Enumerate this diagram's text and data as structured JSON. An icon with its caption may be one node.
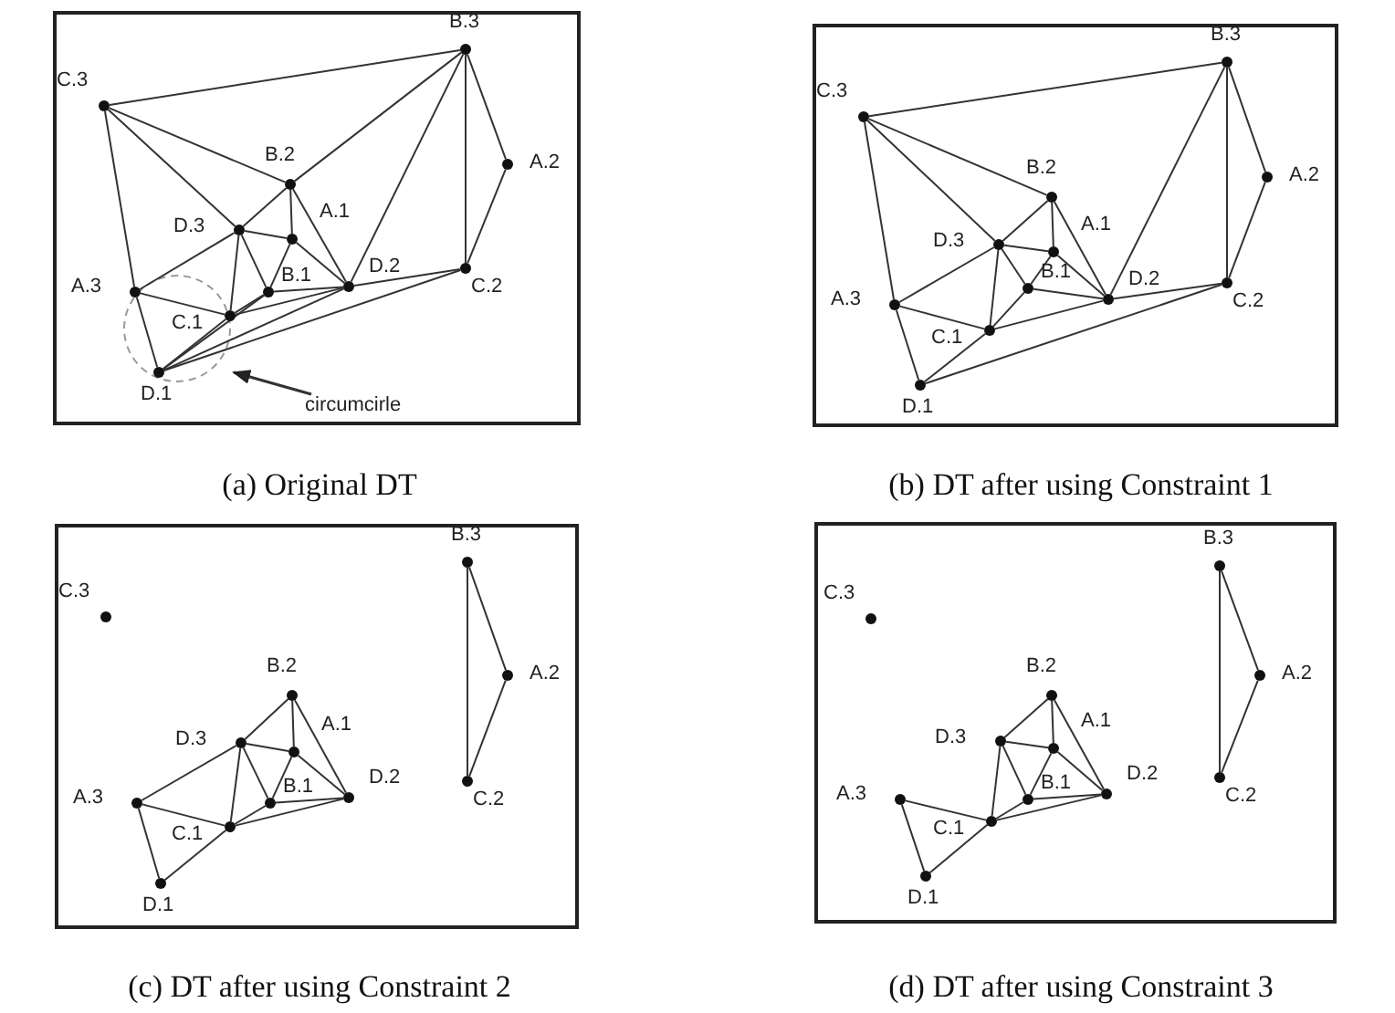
{
  "diagram": {
    "nodes": [
      {
        "text": [],
        "shape": "box"
      },
      {
        "text": [],
        "shape": "circle",
        "beside": [
          "B.3"
        ],
        "in": 0
      },
      {
        "text": [],
        "shape": "circle",
        "beside": [
          "C.3"
        ],
        "in": 0
      },
      {
        "text": [],
        "shape": "circle",
        "beside": [
          "A.2"
        ],
        "in": 0
      },
      {
        "text": [],
        "shape": "circle",
        "beside": [
          "B.2"
        ],
        "in": 0
      },
      {
        "text": [],
        "shape": "circle",
        "beside": [
          "D.3"
        ],
        "in": 0
      },
      {
        "text": [],
        "shape": "circle",
        "beside": [
          "A.1"
        ],
        "in": 0
      },
      {
        "text": [],
        "shape": "circle",
        "beside": [
          "C.2"
        ],
        "in": 0
      },
      {
        "text": [],
        "shape": "circle",
        "beside": [
          "D.2"
        ],
        "in": 0
      },
      {
        "text": [],
        "shape": "circle",
        "beside": [
          "B.1"
        ],
        "in": 0
      },
      {
        "text": [],
        "shape": "circle",
        "beside": [
          "A.3"
        ],
        "in": 0
      },
      {
        "text": [],
        "shape": "circle",
        "beside": [
          "C.1"
        ],
        "in": 0
      },
      {
        "text": [],
        "shape": "circle",
        "beside": [
          "D.1"
        ],
        "in": 0
      },
      {
        "text": [
          "circumcirle"
        ],
        "in": 0
      },
      {
        "text": [],
        "shape": "box"
      },
      {
        "text": [],
        "shape": "circle",
        "beside": [
          "B.3"
        ],
        "in": 14
      },
      {
        "text": [],
        "shape": "circle",
        "beside": [
          "C.3"
        ],
        "in": 14
      },
      {
        "text": [],
        "shape": "circle",
        "beside": [
          "A.2"
        ],
        "in": 14
      },
      {
        "text": [],
        "shape": "circle",
        "beside": [
          "B.2"
        ],
        "in": 14
      },
      {
        "text": [],
        "shape": "circle",
        "beside": [
          "D.3"
        ],
        "in": 14
      },
      {
        "text": [],
        "shape": "circle",
        "beside": [
          "A.1"
        ],
        "in": 14
      },
      {
        "text": [],
        "shape": "circle",
        "beside": [
          "C.2"
        ],
        "in": 14
      },
      {
        "text": [],
        "shape": "circle",
        "beside": [
          "D.2"
        ],
        "in": 14
      },
      {
        "text": [],
        "shape": "circle",
        "beside": [
          "B.1"
        ],
        "in": 14
      },
      {
        "text": [],
        "shape": "circle",
        "beside": [
          "A.3"
        ],
        "in": 14
      },
      {
        "text": [],
        "shape": "circle",
        "beside": [
          "C.1"
        ],
        "in": 14
      },
      {
        "text": [],
        "shape": "circle",
        "beside": [
          "D.1"
        ],
        "in": 14
      },
      {
        "text": [],
        "shape": "box"
      },
      {
        "text": [],
        "shape": "circle",
        "beside": [
          "B.3"
        ],
        "in": 27
      },
      {
        "text": [],
        "shape": "circle",
        "beside": [
          "C.3"
        ],
        "in": 27
      },
      {
        "text": [],
        "shape": "circle",
        "beside": [
          "A.2"
        ],
        "in": 27
      },
      {
        "text": [],
        "shape": "circle",
        "beside": [
          "B.2"
        ],
        "in": 27
      },
      {
        "text": [],
        "shape": "circle",
        "beside": [
          "D.3"
        ],
        "in": 27
      },
      {
        "text": [],
        "shape": "circle",
        "beside": [
          "A.1"
        ],
        "in": 27
      },
      {
        "text": [],
        "shape": "circle",
        "beside": [
          "C.2"
        ],
        "in": 27
      },
      {
        "text": [],
        "shape": "circle",
        "beside": [
          "D.2"
        ],
        "in": 27
      },
      {
        "text": [],
        "shape": "circle",
        "beside": [
          "B.1"
        ],
        "in": 27
      },
      {
        "text": [],
        "shape": "circle",
        "beside": [
          "A.3"
        ],
        "in": 27
      },
      {
        "text": [],
        "shape": "circle",
        "beside": [
          "C.1"
        ],
        "in": 27
      },
      {
        "text": [],
        "shape": "circle",
        "beside": [
          "D.1"
        ],
        "in": 27
      },
      {
        "text": [],
        "shape": "box"
      },
      {
        "text": [],
        "shape": "circle",
        "beside": [
          "B.3"
        ],
        "in": 40
      },
      {
        "text": [],
        "shape": "circle",
        "beside": [
          "C.3"
        ],
        "in": 40
      },
      {
        "text": [],
        "shape": "circle",
        "beside": [
          "A.2"
        ],
        "in": 40
      },
      {
        "text": [],
        "shape": "circle",
        "beside": [
          "B.2"
        ],
        "in": 40
      },
      {
        "text": [],
        "shape": "circle",
        "beside": [
          "D.3"
        ],
        "in": 40
      },
      {
        "text": [],
        "shape": "circle",
        "beside": [
          "A.1"
        ],
        "in": 40
      },
      {
        "text": [],
        "shape": "circle",
        "beside": [
          "C.2"
        ],
        "in": 40
      },
      {
        "text": [],
        "shape": "circle",
        "beside": [
          "D.2"
        ],
        "in": 40
      },
      {
        "text": [],
        "shape": "circle",
        "beside": [
          "B.1"
        ],
        "in": 40
      },
      {
        "text": [],
        "shape": "circle",
        "beside": [
          "A.3"
        ],
        "in": 40
      },
      {
        "text": [],
        "shape": "circle",
        "beside": [
          "C.1"
        ],
        "in": 40
      },
      {
        "text": [],
        "shape": "circle",
        "beside": [
          "D.1"
        ],
        "in": 40
      }
    ],
    "edges": [
      {
        "from": 2,
        "to": 1,
        "arrow": "none"
      },
      {
        "from": 2,
        "to": 4,
        "arrow": "none"
      },
      {
        "from": 2,
        "to": 5,
        "arrow": "none"
      },
      {
        "from": 2,
        "to": 10,
        "arrow": "none"
      },
      {
        "from": 1,
        "to": 4,
        "arrow": "none"
      },
      {
        "from": 1,
        "to": 8,
        "arrow": "none"
      },
      {
        "from": 1,
        "to": 7,
        "arrow": "none"
      },
      {
        "from": 1,
        "to": 3,
        "arrow": "none"
      },
      {
        "from": 3,
        "to": 7,
        "arrow": "none"
      },
      {
        "from": 4,
        "to": 5,
        "arrow": "none"
      },
      {
        "from": 4,
        "to": 6,
        "arrow": "none"
      },
      {
        "from": 4,
        "to": 8,
        "arrow": "none"
      },
      {
        "from": 5,
        "to": 6,
        "arrow": "none"
      },
      {
        "from": 5,
        "to": 10,
        "arrow": "none"
      },
      {
        "from": 5,
        "to": 11,
        "arrow": "none"
      },
      {
        "from": 5,
        "to": 9,
        "arrow": "none"
      },
      {
        "from": 6,
        "to": 9,
        "arrow": "none"
      },
      {
        "from": 6,
        "to": 8,
        "arrow": "none"
      },
      {
        "from": 9,
        "to": 8,
        "arrow": "none"
      },
      {
        "from": 9,
        "to": 11,
        "arrow": "none"
      },
      {
        "from": 11,
        "to": 8,
        "arrow": "none"
      },
      {
        "from": 8,
        "to": 7,
        "arrow": "none"
      },
      {
        "from": 10,
        "to": 11,
        "arrow": "none"
      },
      {
        "from": 10,
        "to": 12,
        "arrow": "none"
      },
      {
        "from": 12,
        "to": 11,
        "arrow": "none"
      },
      {
        "from": 12,
        "to": 9,
        "arrow": "none"
      },
      {
        "from": 12,
        "to": 8,
        "arrow": "none"
      },
      {
        "from": 12,
        "to": 7,
        "arrow": "none"
      },
      {
        "from": 13,
        "to": null,
        "arrow": "to"
      },
      {
        "from": 16,
        "to": 15,
        "arrow": "none"
      },
      {
        "from": 16,
        "to": 18,
        "arrow": "none"
      },
      {
        "from": 16,
        "to": 19,
        "arrow": "none"
      },
      {
        "from": 16,
        "to": 24,
        "arrow": "none"
      },
      {
        "from": 15,
        "to": 22,
        "arrow": "none"
      },
      {
        "from": 15,
        "to": 21,
        "arrow": "none"
      },
      {
        "from": 15,
        "to": 17,
        "arrow": "none"
      },
      {
        "from": 17,
        "to": 21,
        "arrow": "none"
      },
      {
        "from": 18,
        "to": 19,
        "arrow": "none"
      },
      {
        "from": 18,
        "to": 20,
        "arrow": "none"
      },
      {
        "from": 18,
        "to": 22,
        "arrow": "none"
      },
      {
        "from": 19,
        "to": 20,
        "arrow": "none"
      },
      {
        "from": 19,
        "to": 24,
        "arrow": "none"
      },
      {
        "from": 19,
        "to": 25,
        "arrow": "none"
      },
      {
        "from": 19,
        "to": 23,
        "arrow": "none"
      },
      {
        "from": 20,
        "to": 23,
        "arrow": "none"
      },
      {
        "from": 20,
        "to": 22,
        "arrow": "none"
      },
      {
        "from": 23,
        "to": 22,
        "arrow": "none"
      },
      {
        "from": 23,
        "to": 25,
        "arrow": "none"
      },
      {
        "from": 25,
        "to": 22,
        "arrow": "none"
      },
      {
        "from": 22,
        "to": 21,
        "arrow": "none"
      },
      {
        "from": 24,
        "to": 25,
        "arrow": "none"
      },
      {
        "from": 24,
        "to": 26,
        "arrow": "none"
      },
      {
        "from": 26,
        "to": 25,
        "arrow": "none"
      },
      {
        "from": 26,
        "to": 21,
        "arrow": "none"
      },
      {
        "from": 28,
        "to": 30,
        "arrow": "none"
      },
      {
        "from": 28,
        "to": 34,
        "arrow": "none"
      },
      {
        "from": 30,
        "to": 34,
        "arrow": "none"
      },
      {
        "from": 31,
        "to": 32,
        "arrow": "none"
      },
      {
        "from": 31,
        "to": 33,
        "arrow": "none"
      },
      {
        "from": 31,
        "to": 35,
        "arrow": "none"
      },
      {
        "from": 32,
        "to": 33,
        "arrow": "none"
      },
      {
        "from": 32,
        "to": 37,
        "arrow": "none"
      },
      {
        "from": 32,
        "to": 38,
        "arrow": "none"
      },
      {
        "from": 32,
        "to": 36,
        "arrow": "none"
      },
      {
        "from": 33,
        "to": 36,
        "arrow": "none"
      },
      {
        "from": 33,
        "to": 35,
        "arrow": "none"
      },
      {
        "from": 36,
        "to": 35,
        "arrow": "none"
      },
      {
        "from": 36,
        "to": 38,
        "arrow": "none"
      },
      {
        "from": 38,
        "to": 35,
        "arrow": "none"
      },
      {
        "from": 37,
        "to": 38,
        "arrow": "none"
      },
      {
        "from": 37,
        "to": 39,
        "arrow": "none"
      },
      {
        "from": 39,
        "to": 38,
        "arrow": "none"
      },
      {
        "from": 41,
        "to": 43,
        "arrow": "none"
      },
      {
        "from": 41,
        "to": 47,
        "arrow": "none"
      },
      {
        "from": 43,
        "to": 47,
        "arrow": "none"
      },
      {
        "from": 44,
        "to": 45,
        "arrow": "none"
      },
      {
        "from": 44,
        "to": 46,
        "arrow": "none"
      },
      {
        "from": 44,
        "to": 48,
        "arrow": "none"
      },
      {
        "from": 45,
        "to": 46,
        "arrow": "none"
      },
      {
        "from": 45,
        "to": 51,
        "arrow": "none"
      },
      {
        "from": 45,
        "to": 49,
        "arrow": "none"
      },
      {
        "from": 46,
        "to": 49,
        "arrow": "none"
      },
      {
        "from": 46,
        "to": 48,
        "arrow": "none"
      },
      {
        "from": 49,
        "to": 48,
        "arrow": "none"
      },
      {
        "from": 49,
        "to": 51,
        "arrow": "none"
      },
      {
        "from": 51,
        "to": 48,
        "arrow": "none"
      },
      {
        "from": 50,
        "to": 51,
        "arrow": "none"
      },
      {
        "from": 50,
        "to": 52,
        "arrow": "none"
      },
      {
        "from": 52,
        "to": 51,
        "arrow": "none"
      }
    ],
    "labels": [
      "(a) Original DT",
      "(b) DT after using Constraint 1",
      "(c) DT after using Constraint 2",
      "(d) DT after using Constraint 3"
    ]
  }
}
